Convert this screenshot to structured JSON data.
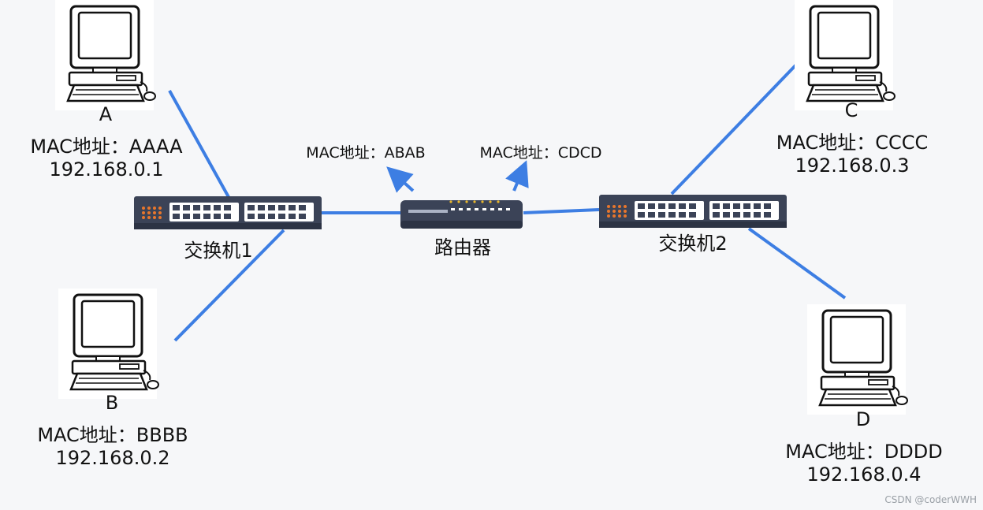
{
  "hosts": [
    {
      "name": "A",
      "mac": "MAC地址：AAAA",
      "ip": "192.168.0.1"
    },
    {
      "name": "B",
      "mac": "MAC地址：BBBB",
      "ip": "192.168.0.2"
    },
    {
      "name": "C",
      "mac": "MAC地址：CCCC",
      "ip": "192.168.0.3"
    },
    {
      "name": "D",
      "mac": "MAC地址：DDDD",
      "ip": "192.168.0.4"
    }
  ],
  "switches": [
    {
      "label": "交换机1"
    },
    {
      "label": "交换机2"
    }
  ],
  "router": {
    "label": "路由器",
    "mac_left": "MAC地址：ABAB",
    "mac_right": "MAC地址：CDCD"
  },
  "watermark": "CSDN @coderWWH",
  "colors": {
    "link": "#3d7ee3",
    "device_body": "#3b4357",
    "port_orange": "#e8762c"
  },
  "icons": {
    "host": "computer-icon",
    "switch": "switch-icon",
    "router": "router-icon"
  }
}
